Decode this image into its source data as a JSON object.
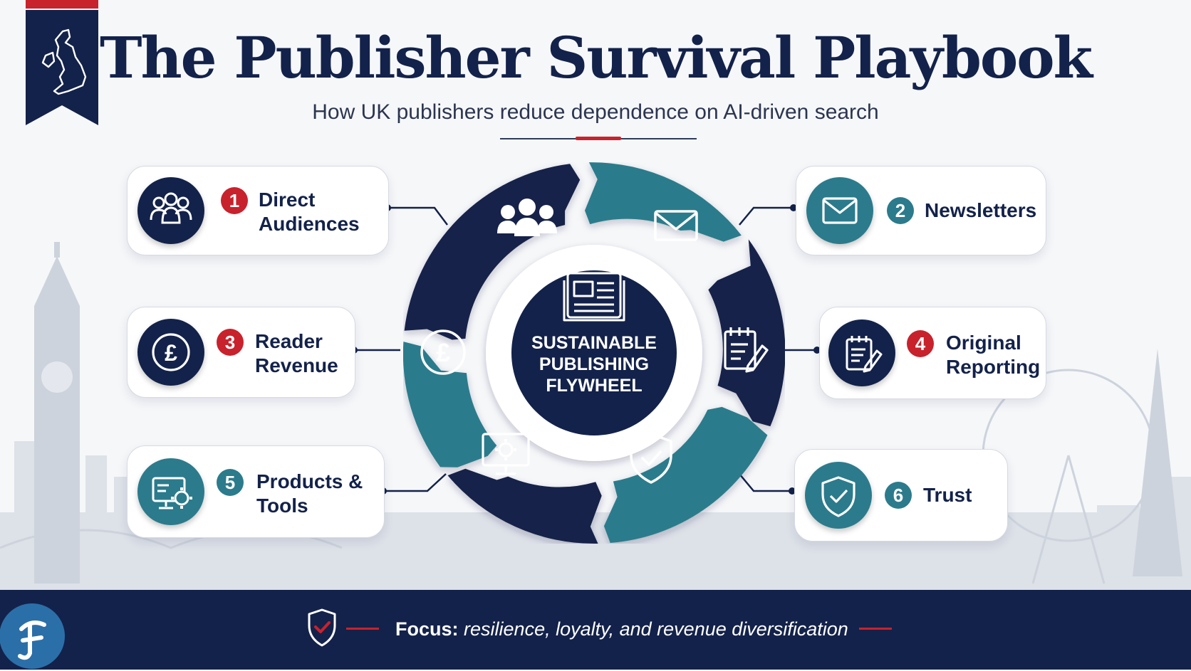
{
  "header": {
    "title": "The Publisher Survival Playbook",
    "subtitle": "How UK publishers reduce dependence on AI-driven search"
  },
  "flywheel": {
    "center_line1": "SUSTAINABLE",
    "center_line2": "PUBLISHING",
    "center_line3": "FLYWHEEL"
  },
  "items": [
    {
      "number": "1",
      "line1": "Direct",
      "line2": "Audiences",
      "icon": "people-icon",
      "badge_color": "#c8222c"
    },
    {
      "number": "2",
      "line1": "Newsletters",
      "line2": "",
      "icon": "envelope-icon",
      "badge_color": "#2b7b8c"
    },
    {
      "number": "3",
      "line1": "Reader",
      "line2": "Revenue",
      "icon": "pound-icon",
      "badge_color": "#c8222c"
    },
    {
      "number": "4",
      "line1": "Original",
      "line2": "Reporting",
      "icon": "notepad-pencil-icon",
      "badge_color": "#c8222c"
    },
    {
      "number": "5",
      "line1": "Products &",
      "line2": "Tools",
      "icon": "monitor-gear-icon",
      "badge_color": "#2b7b8c"
    },
    {
      "number": "6",
      "line1": "Trust",
      "line2": "",
      "icon": "shield-check-icon",
      "badge_color": "#2b7b8c"
    }
  ],
  "footer": {
    "focus_label": "Focus:",
    "focus_text": "resilience, loyalty, and revenue diversification"
  },
  "colors": {
    "navy": "#13224a",
    "teal": "#2b7b8c",
    "red": "#c8222c"
  }
}
